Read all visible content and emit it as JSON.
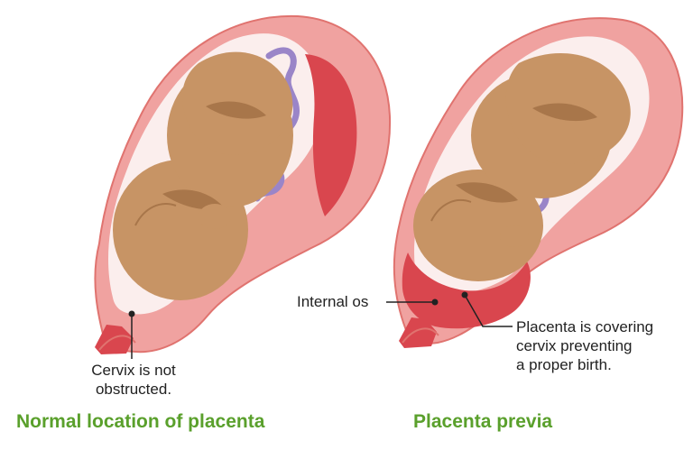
{
  "colors": {
    "uterus_wall": "#f0a2a0",
    "uterus_outline": "#e0736f",
    "amniotic_fluid": "#fbeeed",
    "fetus_skin": "#c79465",
    "fetus_shadow": "#a8764a",
    "placenta": "#d9464e",
    "umbilical_cord": "#9a85c8",
    "leader_line": "#222222",
    "title_green": "#5aa02c"
  },
  "left_panel": {
    "title": "Normal location of placenta",
    "cervix_label": [
      "Cervix is not",
      "obstructed."
    ]
  },
  "right_panel": {
    "title": "Placenta previa",
    "internal_os_label": "Internal os",
    "placenta_label": [
      "Placenta is covering",
      "cervix preventing",
      "a proper birth."
    ]
  }
}
